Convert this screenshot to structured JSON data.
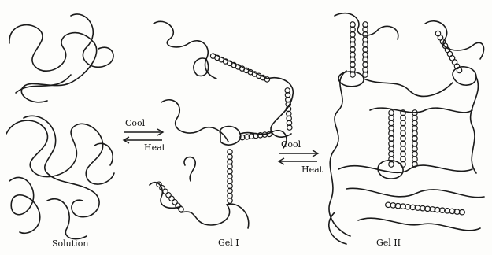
{
  "labels": {
    "solution": "Solution",
    "gel_one": "Gel I",
    "gel_two": "Gel II",
    "cool_1": "Cool",
    "heat_1": "Heat",
    "cool_2": "Cool",
    "heat_2": "Heat"
  },
  "colors": {
    "ink": "#1a1a1a",
    "paper": "#fdfdfb"
  }
}
